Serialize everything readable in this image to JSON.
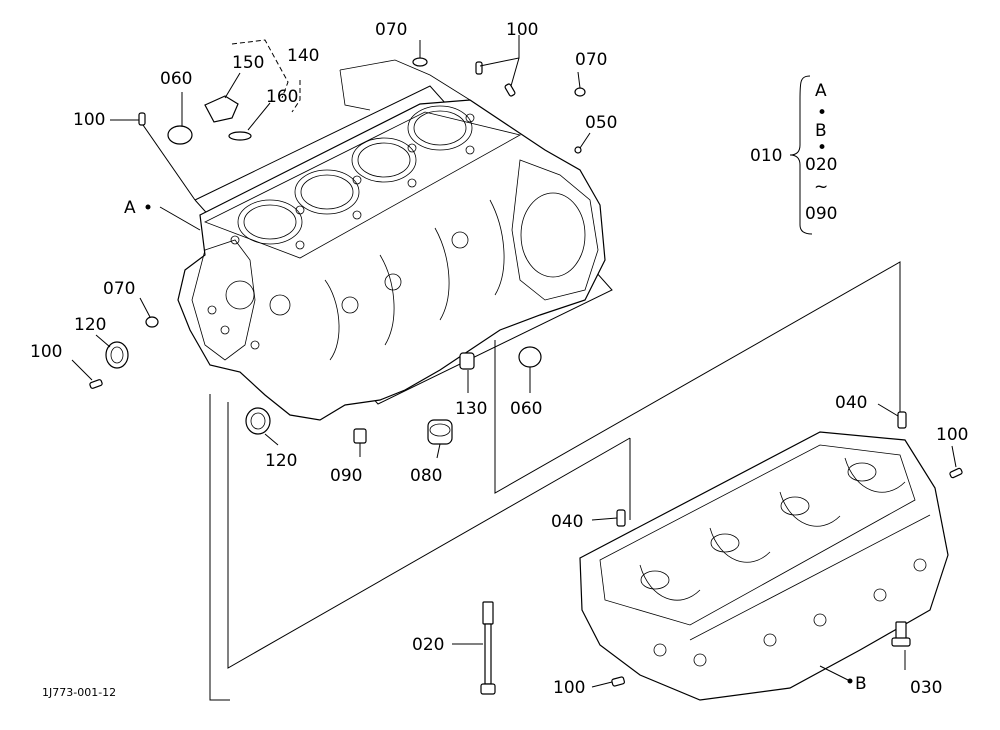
{
  "diagram_code": "1J773-001-12",
  "group": {
    "ref": "010",
    "lines": [
      "A",
      "•",
      "B",
      "•",
      "020",
      "~",
      "090"
    ]
  },
  "labels": {
    "c070_top": "070",
    "c100_top": "100",
    "c070_topright": "070",
    "c140": "140",
    "c150": "150",
    "c160": "160",
    "c060_left": "060",
    "c100_left": "100",
    "c050": "050",
    "cA": "A",
    "c070_mid": "070",
    "c120_left": "120",
    "c100_lower": "100",
    "c130": "130",
    "c060_lower": "060",
    "c120_bottom": "120",
    "c090": "090",
    "c080": "080",
    "c040_right": "040",
    "c100_right": "100",
    "c040_mid": "040",
    "c020": "020",
    "c100_bottom": "100",
    "cB": "B",
    "c030": "030"
  }
}
